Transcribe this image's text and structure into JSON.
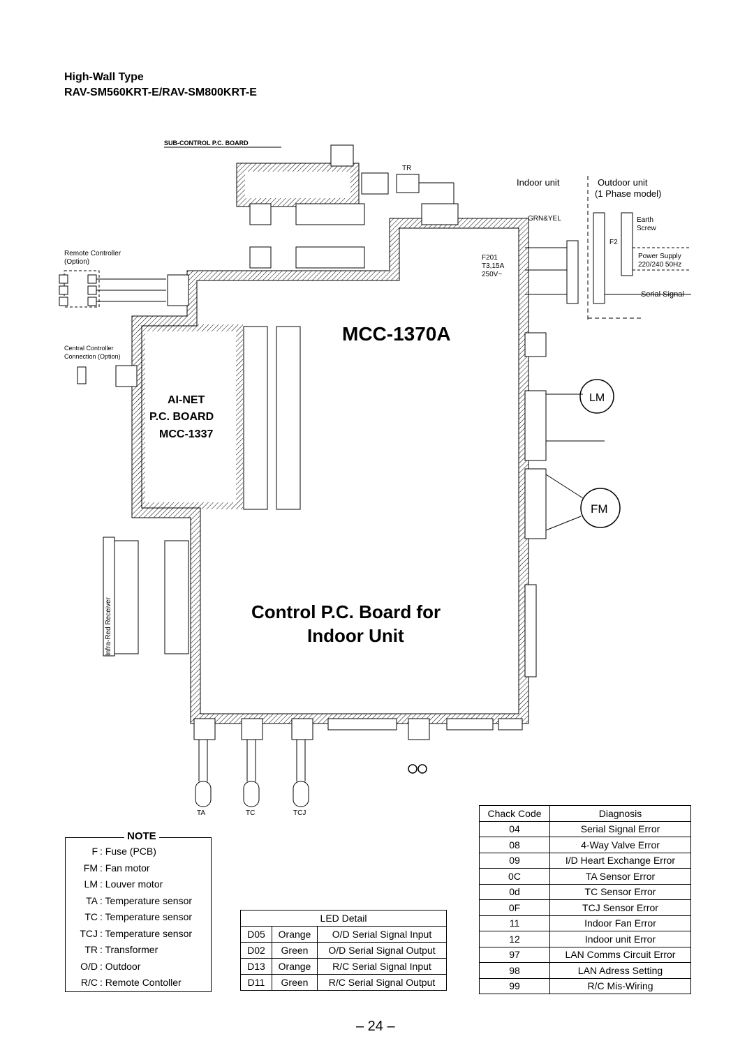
{
  "header": {
    "type_label": "High-Wall Type",
    "model_label": "RAV-SM560KRT-E/RAV-SM800KRT-E"
  },
  "diagram": {
    "board_title": "MCC-1370A",
    "board_caption_1": "Control P.C. Board for",
    "board_caption_2": "Indoor Unit",
    "subcontrol_label": "SUB-CONTROL P.C. BOARD",
    "ainet_1": "AI-NET",
    "ainet_2": "P.C. BOARD",
    "ainet_3": "MCC-1337",
    "indoor_unit": "Indoor unit",
    "outdoor_unit": "Outdoor unit",
    "phase_model": "(1 Phase model)",
    "remote_controller": "Remote Controller",
    "remote_option": "(Option)",
    "central_controller": "Central Controller",
    "central_option": "Connection (Option)",
    "infra_red": "Infra-Red Receiver",
    "earth_screw_1": "Earth",
    "earth_screw_2": "Screw",
    "power_supply_1": "Power Supply",
    "power_supply_2": "220/240 50Hz",
    "serial_signal": "Serial Signal",
    "lm": "LM",
    "fm": "FM",
    "fuse": "F201",
    "fuse_rating": "T3,15A",
    "fuse_voltage": "250V~",
    "f2": "F2",
    "grn_yel": "GRN&YEL",
    "tr": "TR",
    "sensors": [
      "TA",
      "TC",
      "TCJ"
    ]
  },
  "note": {
    "title": "NOTE",
    "rows": [
      {
        "k": "F",
        "v": ": Fuse (PCB)"
      },
      {
        "k": "FM",
        "v": ": Fan motor"
      },
      {
        "k": "LM",
        "v": ": Louver motor"
      },
      {
        "k": "TA",
        "v": ": Temperature sensor"
      },
      {
        "k": "TC",
        "v": ": Temperature sensor"
      },
      {
        "k": "TCJ",
        "v": ": Temperature sensor"
      },
      {
        "k": "TR",
        "v": ": Transformer"
      },
      {
        "k": "O/D",
        "v": ": Outdoor"
      },
      {
        "k": "R/C",
        "v": ": Remote Contoller"
      }
    ]
  },
  "led_table": {
    "title": "LED Detail",
    "rows": [
      [
        "D05",
        "Orange",
        "O/D Serial Signal Input"
      ],
      [
        "D02",
        "Green",
        "O/D Serial Signal Output"
      ],
      [
        "D13",
        "Orange",
        "R/C Serial Signal Input"
      ],
      [
        "D11",
        "Green",
        "R/C Serial Signal Output"
      ]
    ]
  },
  "check_table": {
    "headers": [
      "Chack Code",
      "Diagnosis"
    ],
    "rows": [
      [
        "04",
        "Serial Signal Error"
      ],
      [
        "08",
        "4-Way Valve Error"
      ],
      [
        "09",
        "I/D Heart Exchange Error"
      ],
      [
        "0C",
        "TA Sensor Error"
      ],
      [
        "0d",
        "TC Sensor Error"
      ],
      [
        "0F",
        "TCJ Sensor Error"
      ],
      [
        "11",
        "Indoor Fan Error"
      ],
      [
        "12",
        "Indoor unit Error"
      ],
      [
        "97",
        "LAN Comms Circuit Error"
      ],
      [
        "98",
        "LAN Adress Setting"
      ],
      [
        "99",
        "R/C Mis-Wiring"
      ]
    ]
  },
  "page_number": "– 24 –"
}
